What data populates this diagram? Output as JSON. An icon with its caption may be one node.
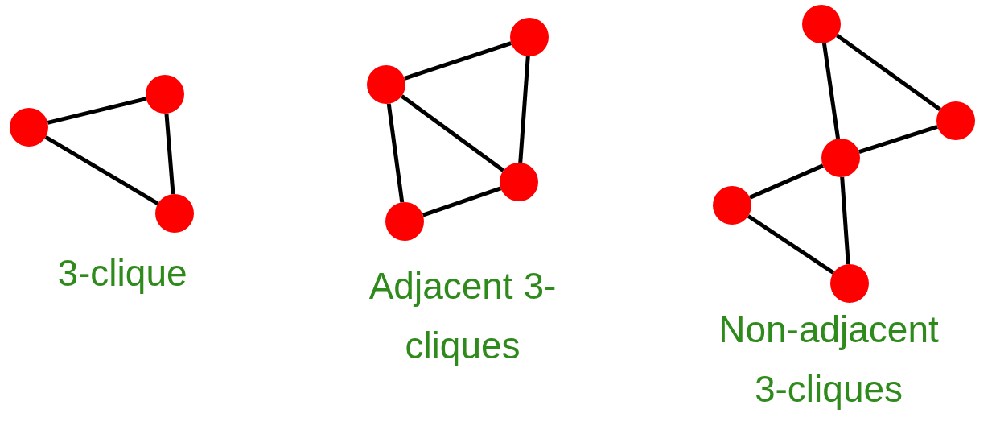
{
  "diagram": {
    "nodes": [
      {
        "text": [],
        "shape": "circle"
      },
      {
        "text": [],
        "shape": "circle"
      },
      {
        "text": [],
        "shape": "circle"
      },
      {
        "text": [],
        "shape": "circle"
      },
      {
        "text": [],
        "shape": "circle"
      },
      {
        "text": [],
        "shape": "circle"
      },
      {
        "text": [],
        "shape": "circle"
      },
      {
        "text": [],
        "shape": "circle"
      },
      {
        "text": [],
        "shape": "circle"
      },
      {
        "text": [],
        "shape": "circle"
      },
      {
        "text": [],
        "shape": "circle"
      },
      {
        "text": [],
        "shape": "circle"
      }
    ],
    "edges": [
      {
        "from": 0,
        "to": 1,
        "arrow": "none"
      },
      {
        "from": 1,
        "to": 2,
        "arrow": "none"
      },
      {
        "from": 0,
        "to": 2,
        "arrow": "none"
      },
      {
        "from": 3,
        "to": 4,
        "arrow": "none"
      },
      {
        "from": 4,
        "to": 5,
        "arrow": "none"
      },
      {
        "from": 3,
        "to": 5,
        "arrow": "none"
      },
      {
        "from": 3,
        "to": 6,
        "arrow": "none"
      },
      {
        "from": 6,
        "to": 5,
        "arrow": "none"
      },
      {
        "from": 7,
        "to": 9,
        "arrow": "none"
      },
      {
        "from": 7,
        "to": 10,
        "arrow": "none"
      },
      {
        "from": 10,
        "to": 9,
        "arrow": "none"
      },
      {
        "from": 9,
        "to": 8,
        "arrow": "none"
      },
      {
        "from": 8,
        "to": 11,
        "arrow": "none"
      },
      {
        "from": 9,
        "to": 11,
        "arrow": "none"
      }
    ],
    "labels": [
      "3-clique",
      "Adjacent 3-cliques",
      "Non-adjacent 3-cliques"
    ]
  }
}
